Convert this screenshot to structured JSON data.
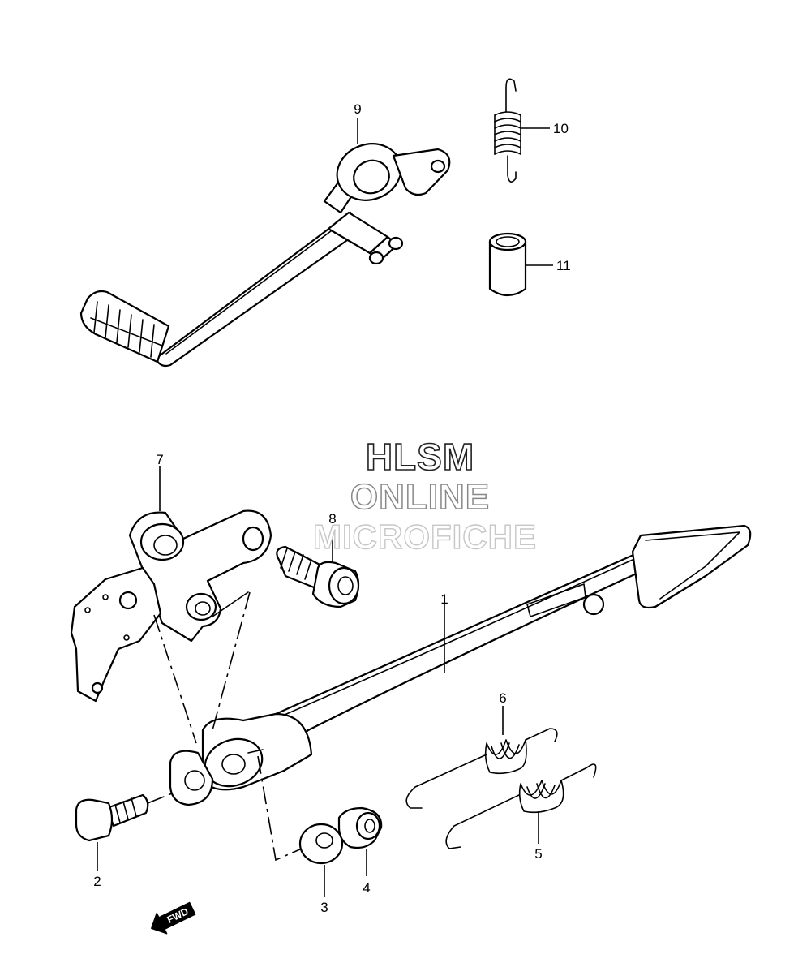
{
  "watermark": {
    "line1": "HLSM",
    "line2": "ONLINE",
    "line3": "MICROFICHE"
  },
  "direction_badge": "FWD",
  "parts": [
    {
      "ref": "1",
      "description": "brake pedal lever"
    },
    {
      "ref": "2",
      "description": "pivot bolt"
    },
    {
      "ref": "3",
      "description": "washer"
    },
    {
      "ref": "4",
      "description": "nut"
    },
    {
      "ref": "5",
      "description": "spring"
    },
    {
      "ref": "6",
      "description": "spring"
    },
    {
      "ref": "7",
      "description": "mounting bracket"
    },
    {
      "ref": "8",
      "description": "bolt"
    },
    {
      "ref": "9",
      "description": "gearshift lever"
    },
    {
      "ref": "10",
      "description": "spring"
    },
    {
      "ref": "11",
      "description": "collar"
    }
  ]
}
